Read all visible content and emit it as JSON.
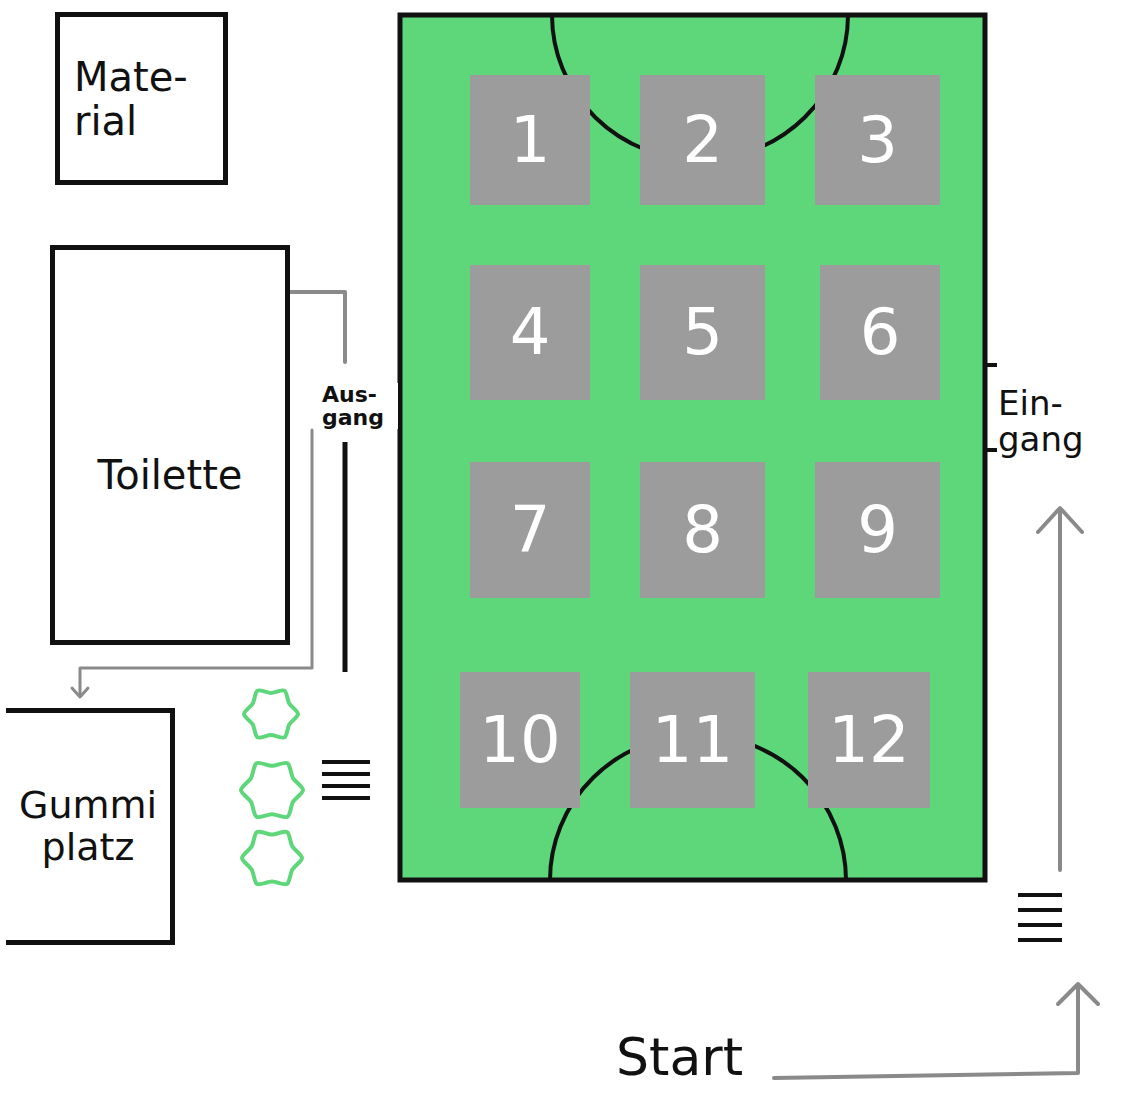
{
  "diagram": {
    "nodes": [
      {
        "text": [
          "Mate- rial"
        ]
      },
      {
        "text": [
          "Toilette"
        ]
      },
      {
        "text": [
          "Gummi platz"
        ]
      },
      {
        "text": [
          "1"
        ]
      },
      {
        "text": [
          "2"
        ]
      },
      {
        "text": [
          "3"
        ]
      },
      {
        "text": [
          "4"
        ]
      },
      {
        "text": [
          "5"
        ]
      },
      {
        "text": [
          "6"
        ]
      },
      {
        "text": [
          "7"
        ]
      },
      {
        "text": [
          "8"
        ]
      },
      {
        "text": [
          "9"
        ]
      },
      {
        "text": [
          "10"
        ]
      },
      {
        "text": [
          "11"
        ]
      },
      {
        "text": [
          "12"
        ]
      }
    ],
    "labels": [
      "Aus- gang",
      "Ein- gang",
      "Start"
    ]
  }
}
